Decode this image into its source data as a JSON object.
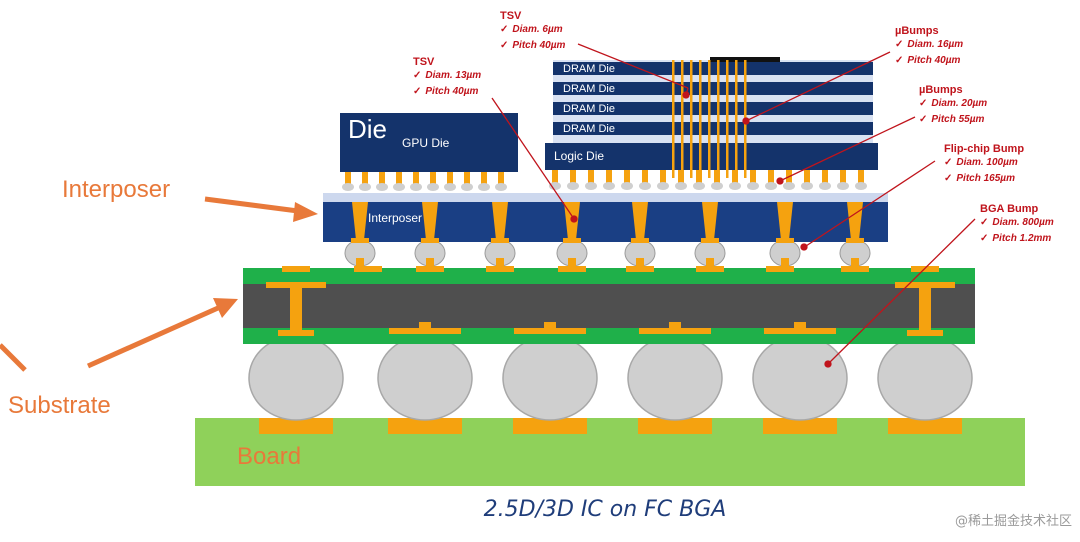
{
  "labels": {
    "interposer_side": "Interposer",
    "substrate_side": "Substrate",
    "board": "Board",
    "caption": "2.5D/3D IC on FC BGA",
    "watermark": "@稀土掘金技术社区"
  },
  "dies": {
    "gpu_big": "Die",
    "gpu_small": "GPU Die",
    "interposer_inner": "Interposer",
    "logic": "Logic Die",
    "dram": [
      "DRAM Die",
      "DRAM Die",
      "DRAM Die",
      "DRAM Die"
    ]
  },
  "annotations": [
    {
      "id": "tsv-top",
      "title": "TSV",
      "items": [
        "Diam. 6µm",
        "Pitch 40µm"
      ]
    },
    {
      "id": "ubumps-top",
      "title": "µBumps",
      "items": [
        "Diam. 16µm",
        "Pitch 40µm"
      ]
    },
    {
      "id": "tsv-left",
      "title": "TSV",
      "items": [
        "Diam. 13µm",
        "Pitch 40µm"
      ]
    },
    {
      "id": "ubumps-mid",
      "title": "µBumps",
      "items": [
        "Diam. 20µm",
        "Pitch 55µm"
      ]
    },
    {
      "id": "flipchip",
      "title": "Flip-chip Bump",
      "items": [
        "Diam. 100µm",
        "Pitch 165µm"
      ]
    },
    {
      "id": "bga",
      "title": "BGA Bump",
      "items": [
        "Diam. 800µm",
        "Pitch 1.2mm"
      ]
    }
  ],
  "colors": {
    "die_blue": "#14336b",
    "interposer_blue": "#1a3f84",
    "substrate_green": "#1fb04a",
    "substrate_core": "#4f4f4f",
    "board_green": "#8fd15a",
    "copper": "#f5a20f",
    "ball_gray": "#cfcfcf",
    "leader_red": "#c0141c",
    "label_orange": "#e8793a",
    "caption_blue": "#1f3d7a"
  }
}
